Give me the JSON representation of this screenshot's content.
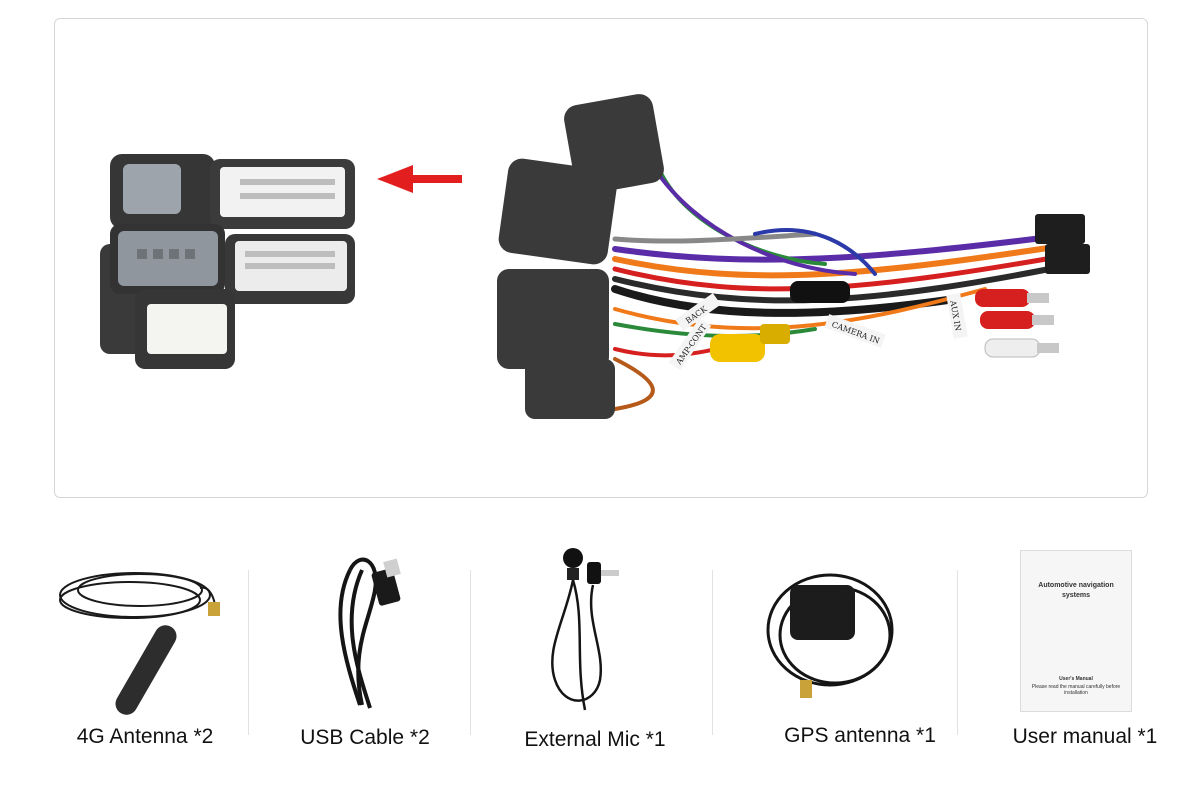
{
  "accessories": [
    {
      "label": "4G Antenna *2"
    },
    {
      "label": "USB Cable *2"
    },
    {
      "label": "External Mic *1"
    },
    {
      "label": "GPS antenna *1"
    },
    {
      "label": "User manual *1"
    }
  ],
  "manual": {
    "title_line1": "Automotive navigation",
    "title_line2": "systems",
    "footer_title": "User's Manual",
    "footer_note": "Please read the manual carefully before installation"
  },
  "harness_tags": {
    "back": "BACK",
    "amp": "AMP-CONT",
    "camera": "CAMERA IN",
    "aux": "AUX IN"
  },
  "colors": {
    "arrow": "#e21e1e",
    "foam": "#3a3a3a",
    "wire_purple": "#5a2ca8",
    "wire_orange": "#f07a1a",
    "wire_red": "#d62020",
    "rca_yellow": "#f2c200"
  }
}
